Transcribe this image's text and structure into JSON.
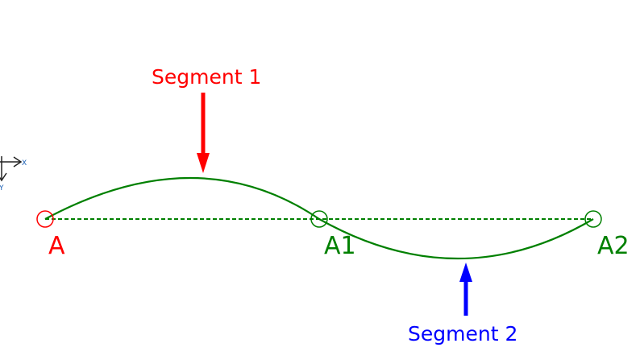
{
  "axes": {
    "x_label": "X",
    "y_label": "Y"
  },
  "points": [
    {
      "label": "A",
      "color": "#ff0000"
    },
    {
      "label": "A1",
      "color": "#008000"
    },
    {
      "label": "A2",
      "color": "#008000"
    }
  ],
  "annotations": [
    {
      "label": "Segment 1",
      "color": "#ff0000"
    },
    {
      "label": "Segment 2",
      "color": "#0000ff"
    }
  ],
  "curve_color": "#008000"
}
